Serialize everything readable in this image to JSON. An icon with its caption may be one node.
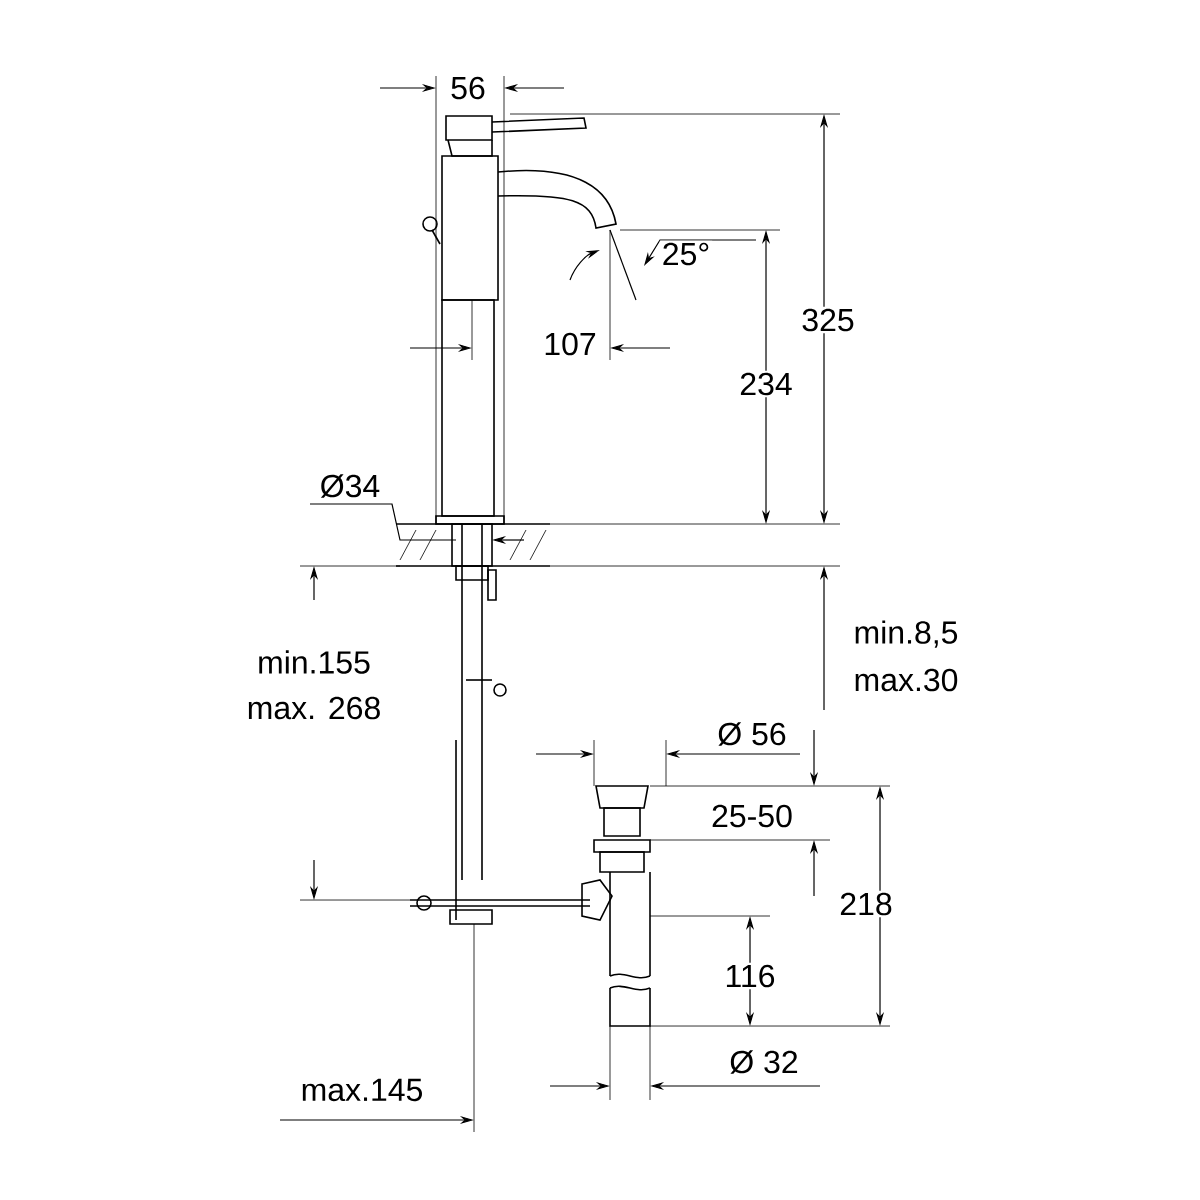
{
  "diagram": {
    "labels": [
      "56",
      "25°",
      "325",
      "107",
      "234",
      "Ø34",
      "min.155",
      "max. 268",
      "min.8,5",
      "max.30",
      "Ø 56",
      "25-50",
      "218",
      "116",
      "Ø 32",
      "max.145"
    ]
  }
}
